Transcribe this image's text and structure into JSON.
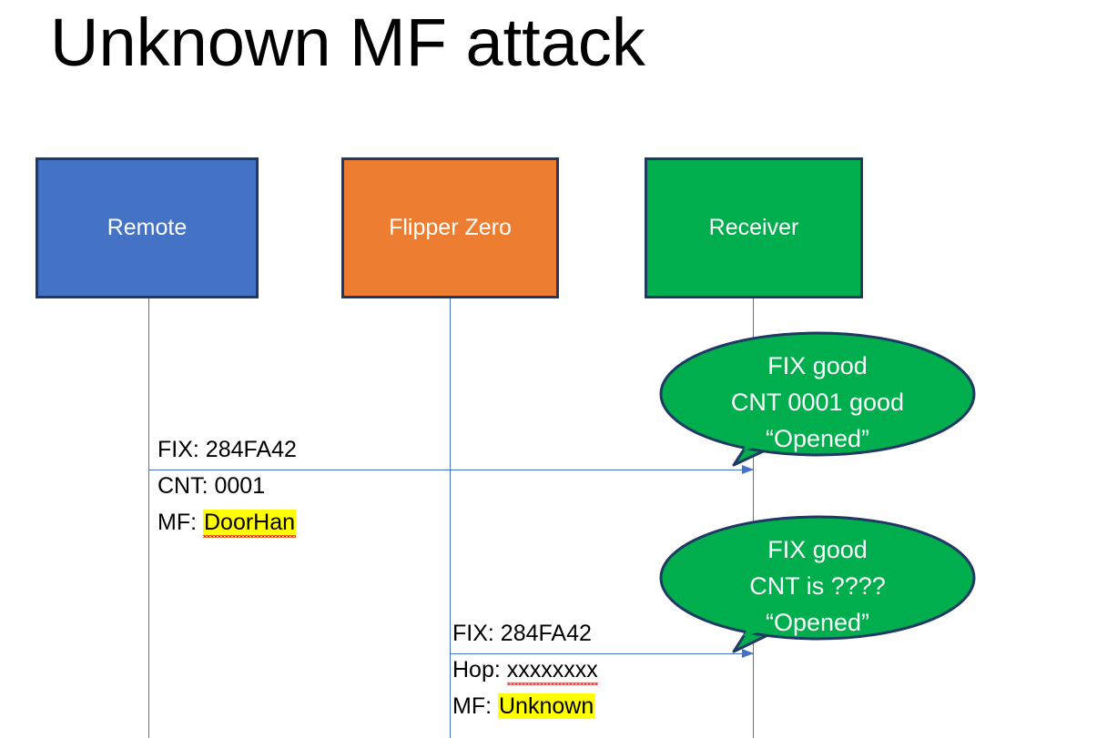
{
  "slide": {
    "title": "Unknown MF attack",
    "background": "#ffffff"
  },
  "colors": {
    "remote_fill": "#4472C4",
    "flipper_fill": "#ED7D31",
    "receiver_fill": "#00AE4D",
    "box_border": "#1F3864",
    "bubble_fill": "#00AE4D",
    "bubble_border": "#1F3864",
    "lifeline": "#4472C4",
    "arrow": "#4472C4",
    "highlight": "#FFFF00",
    "text_dark": "#000000",
    "text_light": "#ffffff"
  },
  "actors": [
    {
      "id": "remote",
      "label": "Remote"
    },
    {
      "id": "flipper",
      "label": "Flipper Zero"
    },
    {
      "id": "receiver",
      "label": "Receiver"
    }
  ],
  "messages": [
    {
      "id": "remote-to-receiver",
      "from": "remote",
      "to": "receiver",
      "lines": [
        {
          "prefix": "FIX: ",
          "value": "284FA42",
          "highlight": false,
          "squiggle": false
        },
        {
          "prefix": "CNT: ",
          "value": "0001",
          "highlight": false,
          "squiggle": false
        },
        {
          "prefix": "MF: ",
          "value": "DoorHan",
          "highlight": true,
          "squiggle": true
        }
      ]
    },
    {
      "id": "flipper-to-receiver",
      "from": "flipper",
      "to": "receiver",
      "lines": [
        {
          "prefix": "FIX: ",
          "value": "284FA42",
          "highlight": false,
          "squiggle": false
        },
        {
          "prefix": "Hop: ",
          "value": "xxxxxxxx",
          "highlight": false,
          "squiggle": true
        },
        {
          "prefix": "MF: ",
          "value": "Unknown",
          "highlight": true,
          "squiggle": false
        }
      ]
    }
  ],
  "bubbles": [
    {
      "id": "receiver-response-1",
      "lines": [
        "FIX good",
        "CNT 0001 good",
        "“Opened”"
      ]
    },
    {
      "id": "receiver-response-2",
      "lines": [
        "FIX good",
        "CNT is ????",
        "“Opened”"
      ]
    }
  ]
}
